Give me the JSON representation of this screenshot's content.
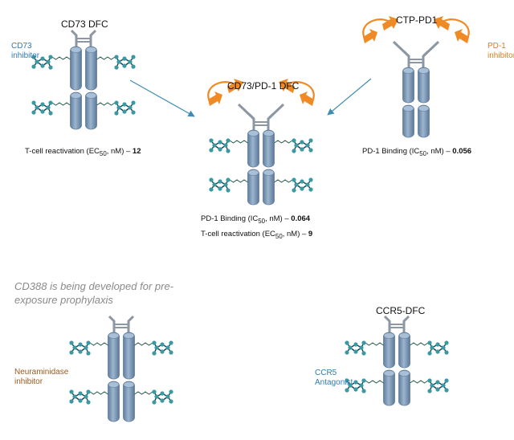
{
  "molecules": {
    "cd73_dfc": {
      "title": "CD73 DFC",
      "side_label_1": "CD73",
      "side_label_2": "inhibitor"
    },
    "ctp_pd1": {
      "title": "CTP-PD1",
      "side_label_1": "PD-1",
      "side_label_2": "inhibitor"
    },
    "cd73_pd1_dfc": {
      "title": "CD73/PD-1 DFC"
    },
    "cd388": {
      "side_label_1": "Neuraminidase",
      "side_label_2": "inhibitor"
    },
    "ccr5_dfc": {
      "title": "CCR5-DFC",
      "side_label_1": "CCR5",
      "side_label_2": "Antagonist"
    }
  },
  "metrics": {
    "cd73_tcell": {
      "prefix": "T-cell reactivation (EC",
      "sub": "50",
      "suffix": ", nM) – ",
      "value": "12"
    },
    "ctp_pd1_binding": {
      "prefix": "PD-1 Binding (IC",
      "sub": "50",
      "suffix": ", nM) – ",
      "value": "0.056"
    },
    "combo_pd1_binding": {
      "prefix": "PD-1 Binding (IC",
      "sub": "50",
      "suffix": ", nM) – ",
      "value": "0.064"
    },
    "combo_tcell": {
      "prefix": "T-cell reactivation (EC",
      "sub": "50",
      "suffix": ", nM) – ",
      "value": "9"
    }
  },
  "note": "CD388 is being developed for pre-exposure prophylaxis",
  "colors": {
    "cylinder": "#7f9cbb",
    "cylinder_edge": "#5e7c9c",
    "hinge": "#8c97a3",
    "linker": "#2a5a4a",
    "small_molecule_node": "#3a9aa3",
    "small_molecule_bond": "#173f4a",
    "pd1_protein": "#f08a24",
    "arrow": "#3f8cb0"
  }
}
